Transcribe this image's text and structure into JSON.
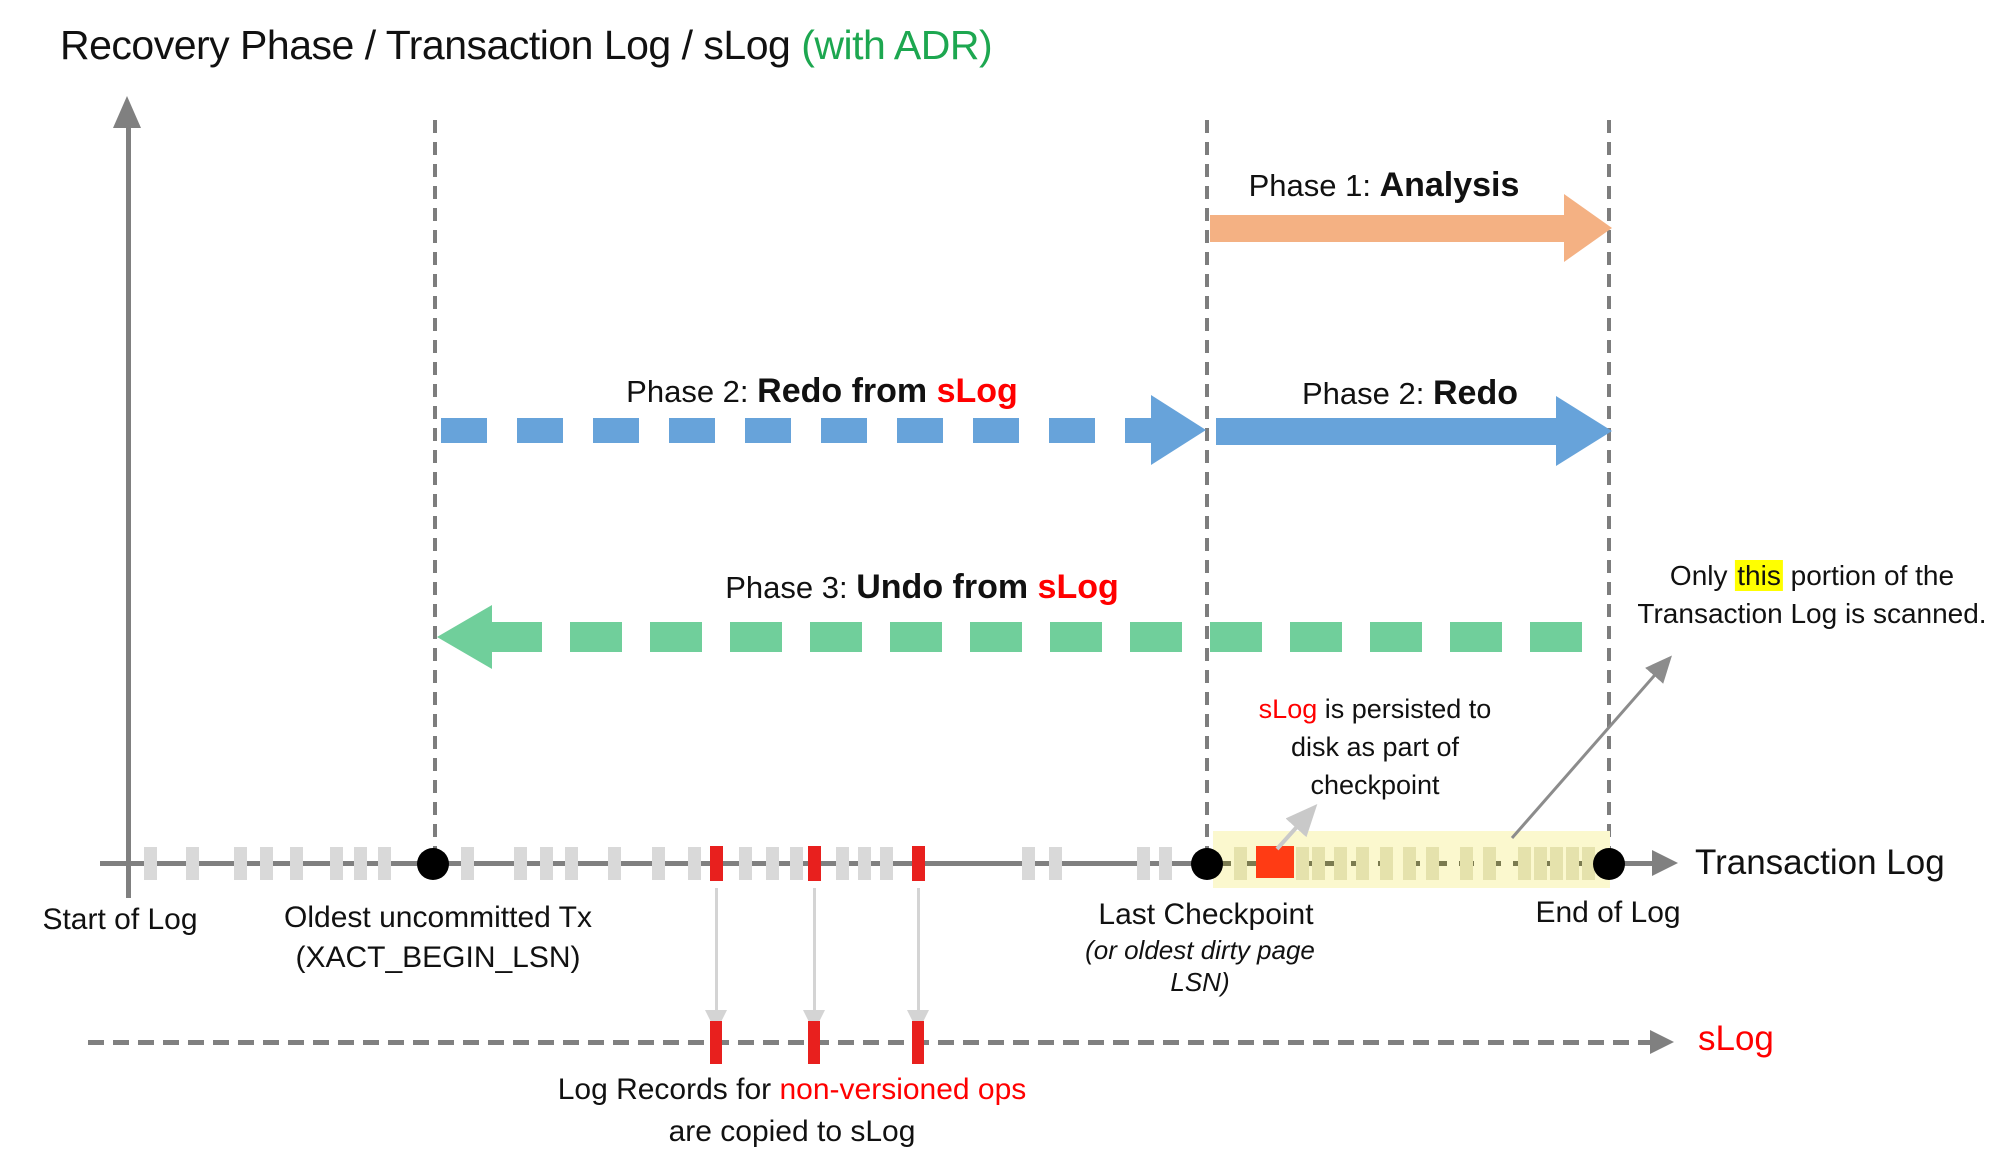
{
  "title": {
    "black": "Recovery Phase / Transaction Log / sLog ",
    "green": "(with ADR)"
  },
  "phases": {
    "p1": {
      "prefix": "Phase 1: ",
      "bold": "Analysis",
      "red": ""
    },
    "p2_slog": {
      "prefix": "Phase 2: ",
      "bold": "Redo from ",
      "red": "sLog"
    },
    "p2": {
      "prefix": "Phase 2: ",
      "bold": "Redo",
      "red": ""
    },
    "p3": {
      "prefix": "Phase 3: ",
      "bold": "Undo from ",
      "red": "sLog"
    }
  },
  "annotations": {
    "persisted": {
      "red": "sLog",
      "line1_rest": " is persisted to",
      "line2": "disk as part of",
      "line3": "checkpoint"
    },
    "scanned": {
      "before": "Only ",
      "highlight": "this",
      "after": " portion of the",
      "line2": "Transaction Log is scanned."
    },
    "copied": {
      "line1_black": "Log Records for ",
      "line1_red": "non-versioned ops",
      "line2": "are copied to sLog"
    }
  },
  "timeline_labels": {
    "start": "Start of Log",
    "oldest_line1": "Oldest uncommitted Tx",
    "oldest_line2": "(XACT_BEGIN_LSN)",
    "checkpoint_line1": "Last Checkpoint",
    "checkpoint_line2": "(or oldest dirty page",
    "checkpoint_line3": "LSN)",
    "end": "End of Log",
    "axis_label": "Transaction Log",
    "slog_label": "sLog"
  },
  "ticks": {
    "gray_x": [
      150,
      192,
      240,
      266,
      296,
      336,
      360,
      384,
      467,
      520,
      546,
      571,
      614,
      658,
      694,
      745,
      772,
      796,
      842,
      864,
      886,
      1028,
      1055,
      1143,
      1165
    ],
    "red_x": [
      716,
      814,
      918
    ],
    "khaki_x": [
      1240,
      1302,
      1318,
      1340,
      1362,
      1386,
      1409,
      1432,
      1466,
      1489,
      1524,
      1540,
      1556,
      1572,
      1588
    ],
    "dot_x": [
      433,
      1207,
      1609
    ]
  },
  "colors": {
    "gray": "#808080",
    "guide": "#7d7d7d",
    "tick": "#d9d9d9",
    "khaki": "#e5e2ac",
    "olive": "#7b7b50",
    "band": "#fbf8ce",
    "blue": "#67a3da",
    "orange": "#f4b183",
    "green": "#70cf9b",
    "green-text": "#1da750",
    "red-text": "#ff0000",
    "red-tick": "#e8201e",
    "red-square": "#ff3b14",
    "lightarrow": "#d4d4d4",
    "highlight": "#ffff00"
  }
}
